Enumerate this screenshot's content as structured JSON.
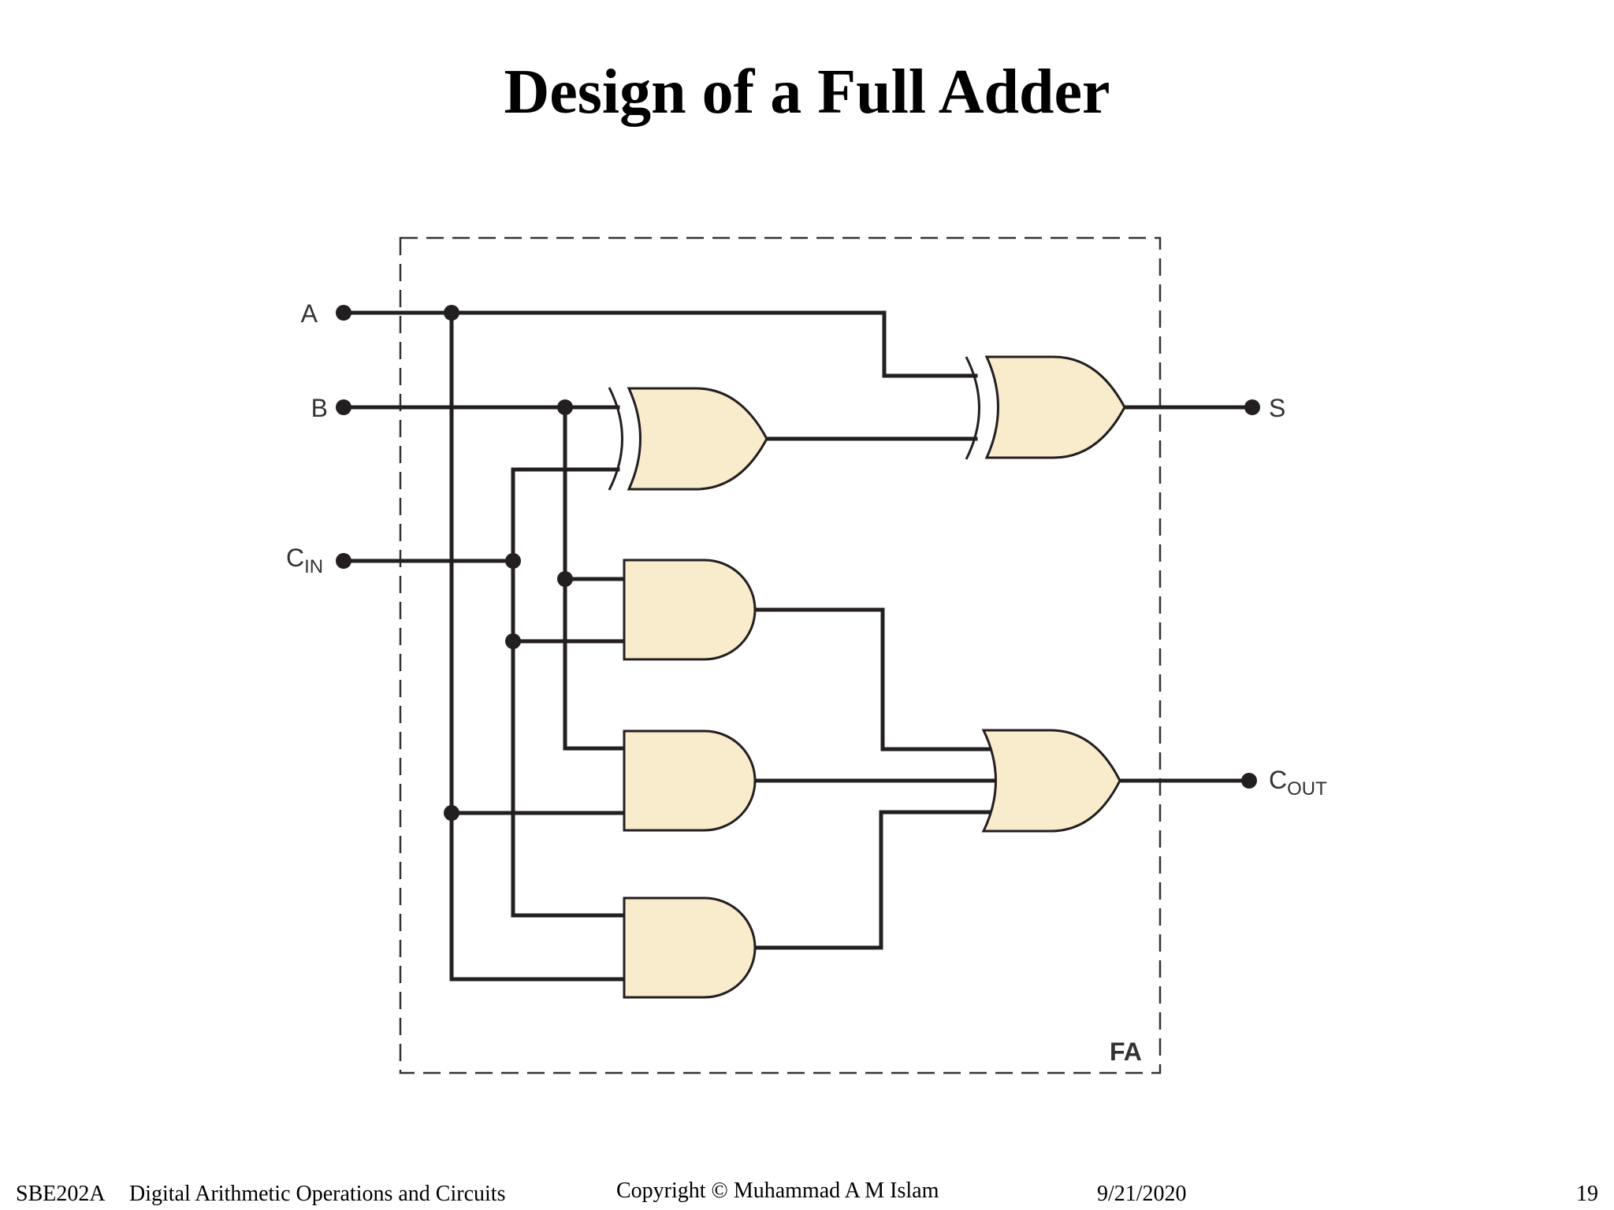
{
  "slide": {
    "title": "Design of a Full Adder"
  },
  "diagram": {
    "inputs": [
      {
        "main": "A",
        "sub": ""
      },
      {
        "main": "B",
        "sub": ""
      },
      {
        "main": "C",
        "sub": "IN"
      }
    ],
    "outputs": [
      {
        "main": "S",
        "sub": ""
      },
      {
        "main": "C",
        "sub": "OUT"
      }
    ],
    "block_label": "FA",
    "gates": [
      "xor",
      "xor",
      "and",
      "and",
      "and",
      "or"
    ],
    "colors": {
      "gate_fill": "#f8eccd",
      "wire": "#231f20"
    }
  },
  "footer": {
    "course": "SBE202A",
    "topic": "Digital Arithmetic Operations and Circuits",
    "copyright": "Copyright © Muhammad A M Islam",
    "date": "9/21/2020",
    "page": "19"
  }
}
